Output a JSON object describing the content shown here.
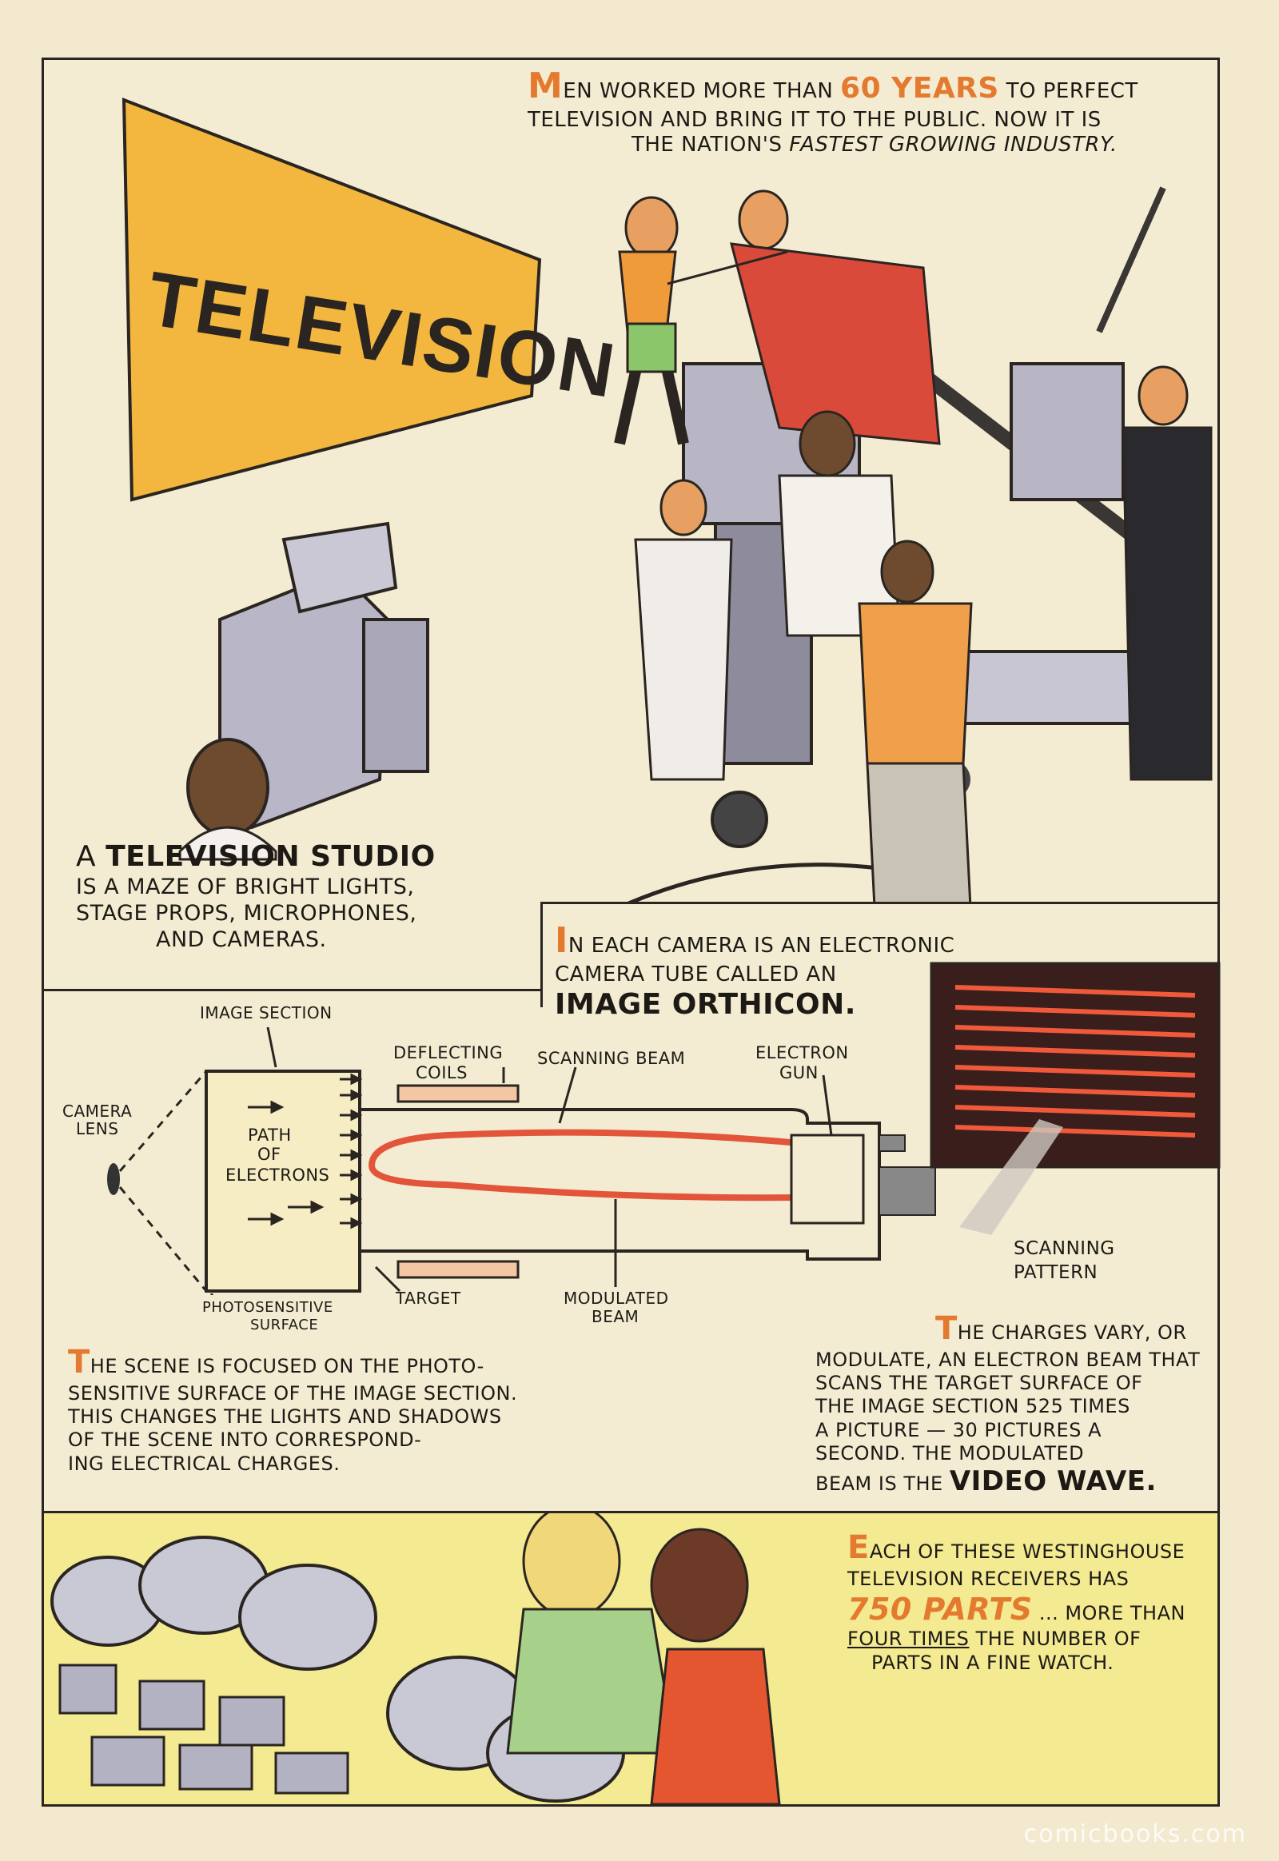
{
  "title_sign": "TELEVISION",
  "intro": {
    "drop_cap": "M",
    "text_a": "EN WORKED MORE THAN",
    "highlight": "60 YEARS",
    "text_b": "TO PERFECT",
    "line2": "TELEVISION AND BRING IT TO THE PUBLIC. NOW IT IS",
    "line3_a": "THE NATION'S",
    "line3_b": "FASTEST GROWING INDUSTRY."
  },
  "studio_caption": {
    "lead": "A",
    "heading": "TELEVISION STUDIO",
    "line1": "IS A MAZE OF BRIGHT LIGHTS,",
    "line2": "STAGE PROPS, MICROPHONES,",
    "line3": "AND CAMERAS."
  },
  "camera_caption": {
    "drop_cap": "I",
    "line1": "N EACH CAMERA IS AN ELECTRONIC",
    "line2": "CAMERA TUBE CALLED AN",
    "heading": "IMAGE ORTHICON."
  },
  "diagram_labels": {
    "image_section": "IMAGE SECTION",
    "deflecting_coils_1": "DEFLECTING",
    "deflecting_coils_2": "COILS",
    "scanning_beam": "SCANNING BEAM",
    "electron_gun_1": "ELECTRON",
    "electron_gun_2": "GUN",
    "camera_lens_1": "CAMERA",
    "camera_lens_2": "LENS",
    "path_1": "PATH",
    "path_2": "OF",
    "path_3": "ELECTRONS",
    "photosensitive_1": "PHOTOSENSITIVE",
    "photosensitive_2": "SURFACE",
    "target": "TARGET",
    "modulated_1": "MODULATED",
    "modulated_2": "BEAM",
    "scanning_pattern_1": "SCANNING",
    "scanning_pattern_2": "PATTERN"
  },
  "scene_caption": {
    "drop_cap": "T",
    "line1": "HE SCENE IS FOCUSED ON THE PHOTO-",
    "line2": "SENSITIVE SURFACE OF THE IMAGE SECTION.",
    "line3": "THIS CHANGES THE LIGHTS AND SHADOWS",
    "line4": "OF THE SCENE INTO CORRESPOND-",
    "line5": "ING ELECTRICAL CHARGES."
  },
  "charges_caption": {
    "drop_cap": "T",
    "line1": "HE CHARGES VARY, OR",
    "line2": "MODULATE, AN ELECTRON BEAM THAT",
    "line3": "SCANS THE TARGET SURFACE OF",
    "line4": "THE IMAGE SECTION 525 TIMES",
    "line5": "A PICTURE — 30 PICTURES A",
    "line6": "SECOND. THE MODULATED",
    "line7": "BEAM IS THE",
    "heading": "VIDEO WAVE."
  },
  "parts_caption": {
    "drop_cap": "E",
    "line1": "ACH OF THESE WESTINGHOUSE",
    "line2": "TELEVISION RECEIVERS HAS",
    "highlight": "750 PARTS",
    "line3_b": "... MORE THAN",
    "underline": "FOUR TIMES",
    "line4_b": "THE NUMBER OF",
    "line5": "PARTS IN A FINE WATCH."
  },
  "watermark": "comicbooks.com",
  "colors": {
    "page": "#f4ecd2",
    "sign_yellow": "#f3b73f",
    "panel_yellow": "#f3ea92",
    "beam_red": "#e2553b",
    "highlight_orange": "#e47a2f",
    "ink": "#1d1a16"
  }
}
